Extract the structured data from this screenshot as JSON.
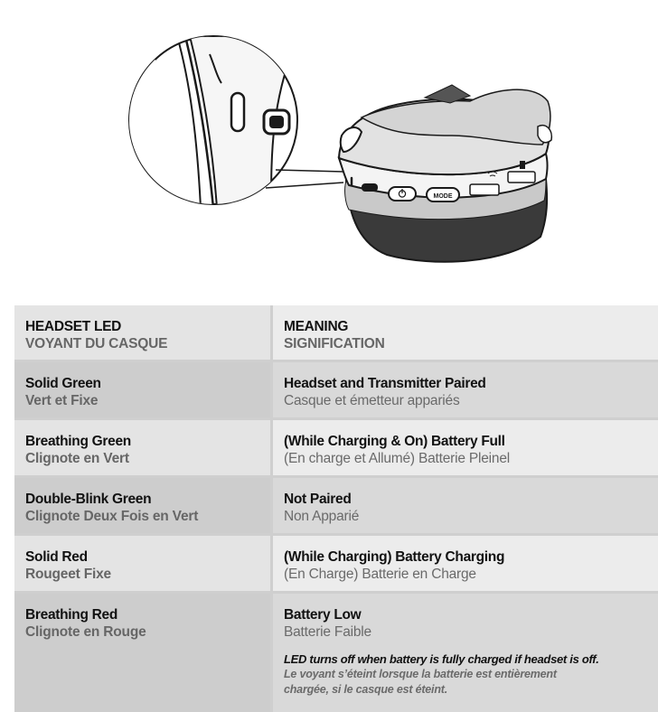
{
  "illustration": {
    "icons": [
      "headset-earcup-drawing",
      "magnifier-callout-circle",
      "power-button-icon",
      "usb-c-port-icon",
      "wifi-pairing-icon",
      "battery-icon"
    ],
    "mode_label": "MODE"
  },
  "table": {
    "header": {
      "col1_en": "HEADSET LED",
      "col1_fr": "VOYANT DU CASQUE",
      "col2_en": "MEANING",
      "col2_fr": "SIGNIFICATION"
    },
    "rows": [
      {
        "led_en": "Solid Green",
        "led_fr": "Vert et Fixe",
        "meaning_en": "Headset and Transmitter Paired",
        "meaning_fr": "Casque et émetteur appariés"
      },
      {
        "led_en": "Breathing Green",
        "led_fr": "Clignote en Vert",
        "meaning_en": "(While Charging & On) Battery Full",
        "meaning_fr": "(En charge et Allumé) Batterie Pleinel"
      },
      {
        "led_en": "Double-Blink Green",
        "led_fr": "Clignote Deux Fois en Vert",
        "meaning_en": "Not Paired",
        "meaning_fr": "Non Apparié"
      },
      {
        "led_en": "Solid Red",
        "led_fr": "Rougeet Fixe",
        "meaning_en": "(While Charging) Battery Charging",
        "meaning_fr": "(En Charge) Batterie en Charge"
      },
      {
        "led_en": "Breathing Red",
        "led_fr": "Clignote en Rouge",
        "meaning_en": "Battery Low",
        "meaning_fr": "Batterie Faible"
      }
    ],
    "note_en": "LED turns off when battery is fully charged if headset is off.",
    "note_fr_1": "Le voyant s’éteint lorsque la batterie est entièrement",
    "note_fr_2": "chargée, si le casque est éteint."
  }
}
